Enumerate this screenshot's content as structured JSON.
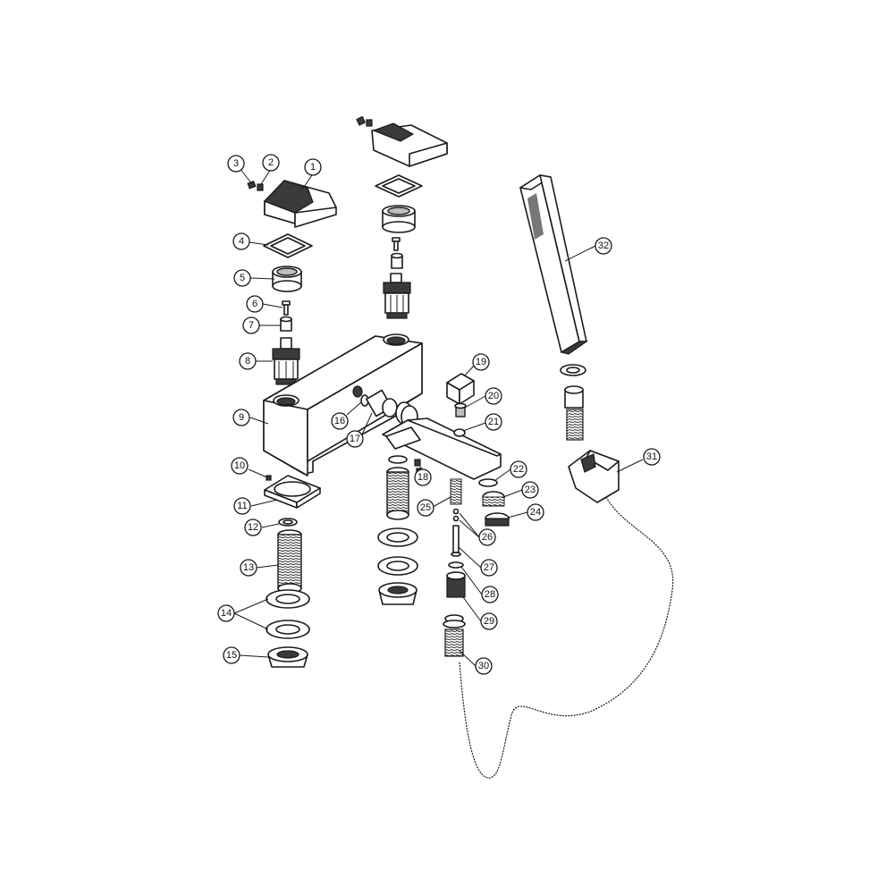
{
  "callouts": [
    {
      "number": "1"
    },
    {
      "number": "2"
    },
    {
      "number": "3"
    },
    {
      "number": "4"
    },
    {
      "number": "5"
    },
    {
      "number": "6"
    },
    {
      "number": "7"
    },
    {
      "number": "8"
    },
    {
      "number": "9"
    },
    {
      "number": "10"
    },
    {
      "number": "11"
    },
    {
      "number": "12"
    },
    {
      "number": "13"
    },
    {
      "number": "14"
    },
    {
      "number": "15"
    },
    {
      "number": "16"
    },
    {
      "number": "17"
    },
    {
      "number": "18"
    },
    {
      "number": "19"
    },
    {
      "number": "20"
    },
    {
      "number": "21"
    },
    {
      "number": "22"
    },
    {
      "number": "23"
    },
    {
      "number": "24"
    },
    {
      "number": "25"
    },
    {
      "number": "26"
    },
    {
      "number": "27"
    },
    {
      "number": "28"
    },
    {
      "number": "29"
    },
    {
      "number": "30"
    },
    {
      "number": "31"
    },
    {
      "number": "32"
    }
  ],
  "colors": {
    "line": "#1a1a1a",
    "background": "#ffffff",
    "shade": "#3a3a3a"
  }
}
